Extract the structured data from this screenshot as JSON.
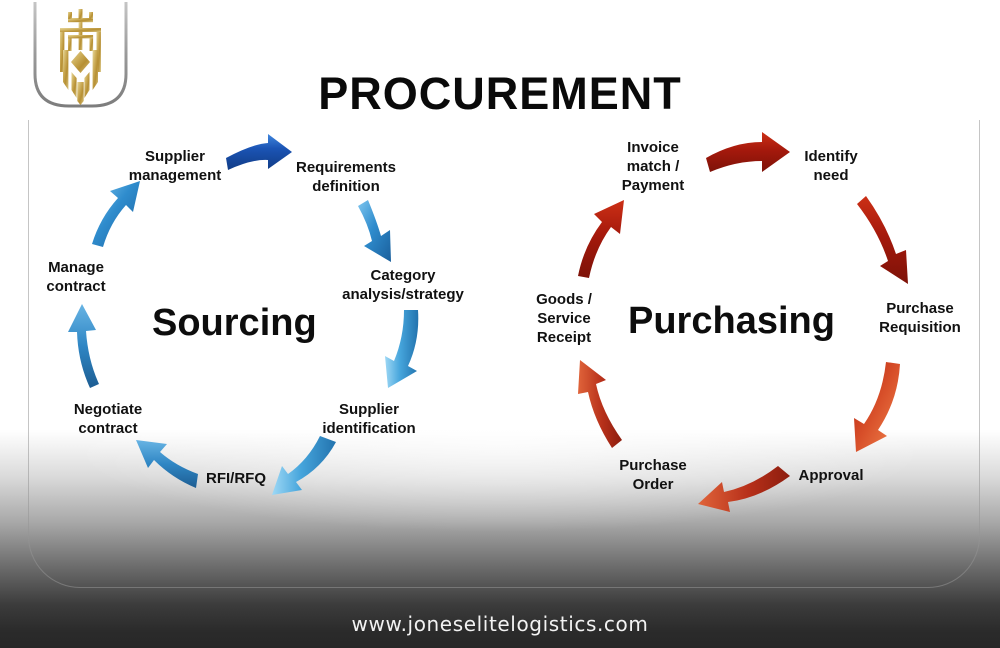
{
  "page": {
    "title": "PROCUREMENT",
    "footer_url": "www.joneselitelogistics.com",
    "logo_name": "jones-elite-logistics-crest-logo"
  },
  "colors": {
    "title_text": "#0a0a0a",
    "label_text": "#111111",
    "sourcing_arrow_dark_blue": "#1f5fc4",
    "sourcing_arrow_light_blue": "#49a8e0",
    "purchasing_arrow_dark_red": "#b02010",
    "purchasing_arrow_orange_red": "#d4512a",
    "logo_gold": "#c8a84b",
    "footer_text": "#f2f2f2",
    "footer_background": "#272727"
  },
  "cycles": [
    {
      "id": "sourcing",
      "heading": "Sourcing",
      "arrow_color_family": "blue",
      "steps": [
        {
          "key": "supplier_management",
          "label": "Supplier\nmanagement"
        },
        {
          "key": "requirements_definition",
          "label": "Requirements\ndefinition"
        },
        {
          "key": "category_analysis",
          "label": "Category\nanalysis/strategy"
        },
        {
          "key": "supplier_identification",
          "label": "Supplier\nidentification"
        },
        {
          "key": "rfi_rfq",
          "label": "RFI/RFQ"
        },
        {
          "key": "negotiate_contract",
          "label": "Negotiate\ncontract"
        },
        {
          "key": "manage_contract",
          "label": "Manage\ncontract"
        }
      ]
    },
    {
      "id": "purchasing",
      "heading": "Purchasing",
      "arrow_color_family": "red",
      "steps": [
        {
          "key": "invoice_match_payment",
          "label": "Invoice\nmatch /\nPayment"
        },
        {
          "key": "identify_need",
          "label": "Identify\nneed"
        },
        {
          "key": "purchase_requisition",
          "label": "Purchase\nRequisition"
        },
        {
          "key": "approval",
          "label": "Approval"
        },
        {
          "key": "purchase_order",
          "label": "Purchase\nOrder"
        },
        {
          "key": "goods_service_receipt",
          "label": "Goods /\nService\nReceipt"
        }
      ]
    }
  ]
}
